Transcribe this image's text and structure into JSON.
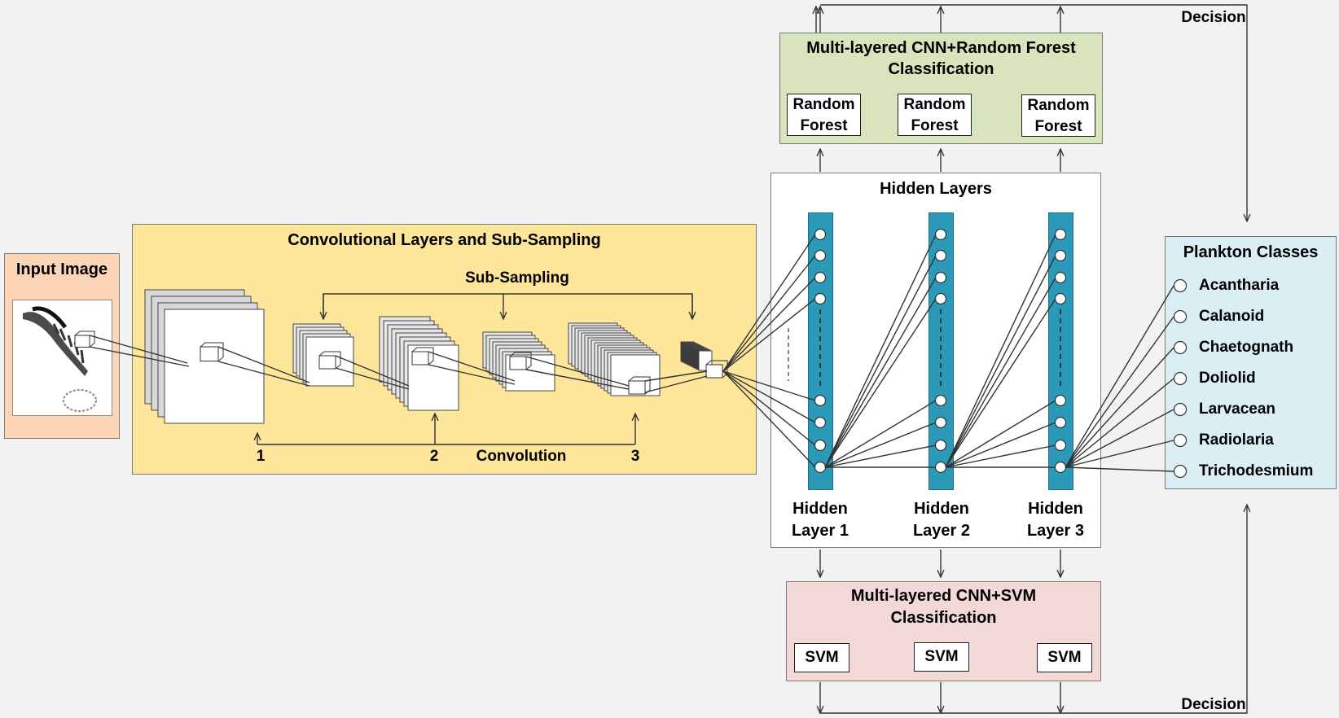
{
  "input": {
    "title": "Input Image"
  },
  "conv": {
    "title": "Convolutional Layers and Sub-Sampling",
    "subsampling": "Sub-Sampling",
    "convolution": "Convolution",
    "n1": "1",
    "n2": "2",
    "n3": "3"
  },
  "hidden": {
    "title": "Hidden Layers",
    "layer1_a": "Hidden",
    "layer1_b": "Layer 1",
    "layer2_a": "Hidden",
    "layer2_b": "Layer 2",
    "layer3_a": "Hidden",
    "layer3_b": "Layer 3"
  },
  "rf": {
    "title_line1": "Multi-layered CNN+Random Forest",
    "title_line2": "Classification",
    "item_line1": "Random",
    "item_line2": "Forest"
  },
  "svm": {
    "title_line1": "Multi-layered CNN+SVM",
    "title_line2": "Classification",
    "item": "SVM"
  },
  "decision": {
    "top": "Decision",
    "bottom": "Decision"
  },
  "plankton": {
    "title": "Plankton Classes",
    "classes": [
      "Acantharia",
      "Calanoid",
      "Chaetognath",
      "Doliolid",
      "Larvacean",
      "Radiolaria",
      "Trichodesmium"
    ]
  },
  "colors": {
    "input_bg": "#fbd5b5",
    "conv_bg": "#fde699",
    "rf_bg": "#d7e4bc",
    "svm_bg": "#f2d9d7",
    "plankton_bg": "#daeef3",
    "hidden_col": "#2a9ab8"
  }
}
